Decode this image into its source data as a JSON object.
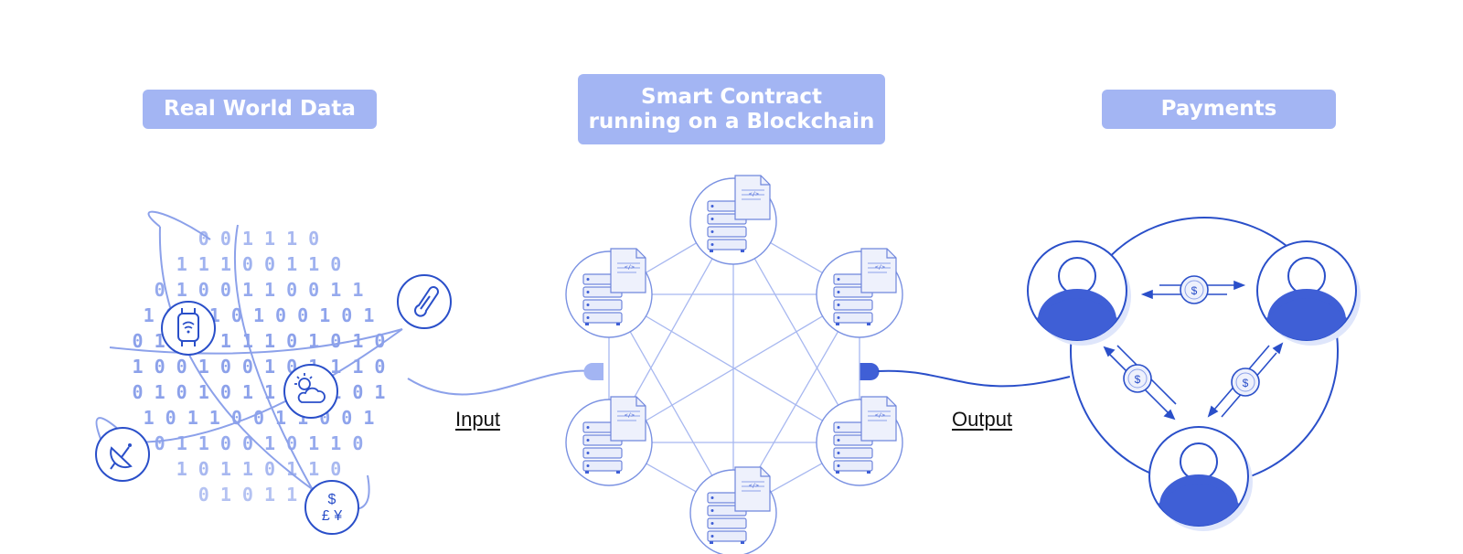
{
  "sections": {
    "real_world": {
      "title": "Real World Data"
    },
    "contract": {
      "title_line1": "Smart Contract",
      "title_line2": "running on a Blockchain"
    },
    "payments": {
      "title": "Payments"
    }
  },
  "flow": {
    "input_label": "Input",
    "output_label": "Output"
  },
  "globe": {
    "binary_rows": [
      "0 0 1 1 1 0",
      "1 1 1 0 0 1 1 0",
      "0 1 0 0 1 1 0 0 1 1",
      "1 0 1 1 0 1 0 0 1 0 1",
      "0 1 1 0 1 1 1 0 1 0 1 0",
      "1 0 0 1 0 0 1 0 1 1 1 0",
      "0 1 0 1 0 1 1 0 0 1 0 1",
      "1 0 1 1 0 0 1 1 0 0 1",
      "0 1 1 0 0 1 0 1 1 0",
      "1 0 1 1 0 1 1 0",
      "0 1 0 1 1 0"
    ]
  },
  "icons": {
    "currency_top": "$",
    "currency_bottom": "£ ¥",
    "coin": "$",
    "code_tag": "</>"
  },
  "colors": {
    "pill": "#a3b5f3",
    "dark_blue": "#2a4fc9",
    "mid_blue": "#3f5fd6",
    "light_blue": "#8ca1ea",
    "pale_blue": "#dfe6fb"
  }
}
